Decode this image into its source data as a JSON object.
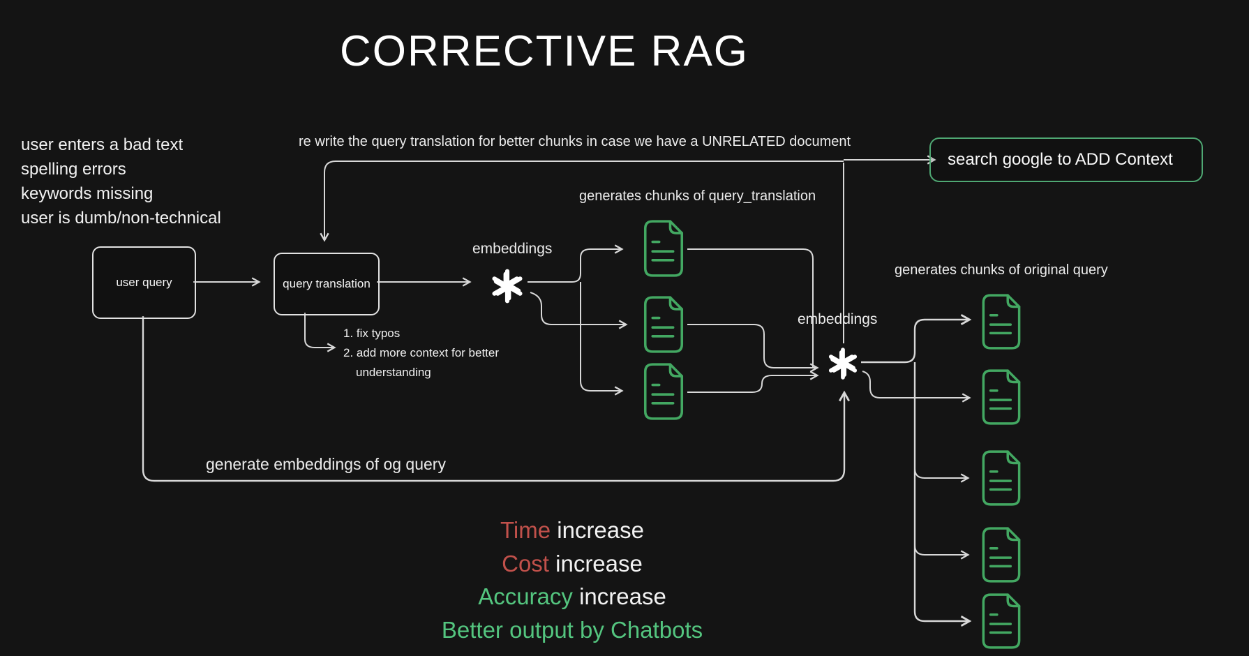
{
  "title": "CORRECTIVE RAG",
  "left_notes": [
    "user enters a bad text",
    "spelling errors",
    "keywords missing",
    "user is dumb/non-technical"
  ],
  "annotations": {
    "rewrite": "re write the query translation for better chunks in case we have a UNRELATED document",
    "chunks_query_translation": "generates chunks of query_translation",
    "chunks_original_query": "generates chunks of original query",
    "embeddings_left": "embeddings",
    "embeddings_right": "embeddings",
    "og_query": "generate embeddings of og query",
    "fix_1": "1. fix typos",
    "fix_2": "2. add more context for better",
    "fix_3": "understanding"
  },
  "nodes": {
    "user_query": "user query",
    "query_translation": "query translation",
    "search_google": "search google to ADD Context"
  },
  "summary": {
    "lines": [
      {
        "lead": "Time",
        "rest": " increase",
        "lead_color": "#c1514b"
      },
      {
        "lead": "Cost",
        "rest": " increase",
        "lead_color": "#c1514b"
      },
      {
        "lead": "Accuracy",
        "rest": " increase",
        "lead_color": "#54c57f"
      },
      {
        "lead": "Better output by Chatbots",
        "rest": "",
        "lead_color": "#54c57f"
      }
    ]
  },
  "icons": {
    "openai": "openai-logo-icon",
    "document": "document-icon"
  },
  "colors": {
    "background": "#141414",
    "connector": "#d8d8d8",
    "document_green": "#43a862",
    "search_box_green": "#4fa873",
    "text_red": "#c1514b",
    "text_green": "#54c57f"
  }
}
